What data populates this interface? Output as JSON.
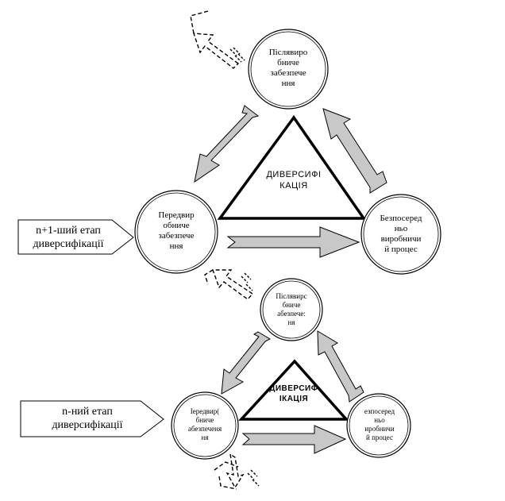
{
  "upper_cycle": {
    "center_label": "ДИВЕРСИФІ\nКАЦІЯ",
    "top_node": "Післявиро\nбниче\nзабезпече\nння",
    "left_node": "Передвир\nобниче\nзабезпече\nння",
    "right_node": "Безпосеред\nньо\nвиробничи\nй процес",
    "stage_label": "n+1-ший етап\nдиверсифікації"
  },
  "lower_cycle": {
    "center_label": "ДИВЕРСИФ\nІКАЦІЯ",
    "top_node": "Післявирс\nбниче\nабезпече:\nня",
    "left_node": "Іередвир(\nбниче\nабезпеченя\nня",
    "right_node": "езпосеред\nньо\nиробничи\nй процес",
    "stage_label": "n-ний етап\nдиверсифікації"
  },
  "colors": {
    "arrow_fill": "#c8c8c8",
    "stroke": "#000000",
    "background": "#ffffff"
  }
}
